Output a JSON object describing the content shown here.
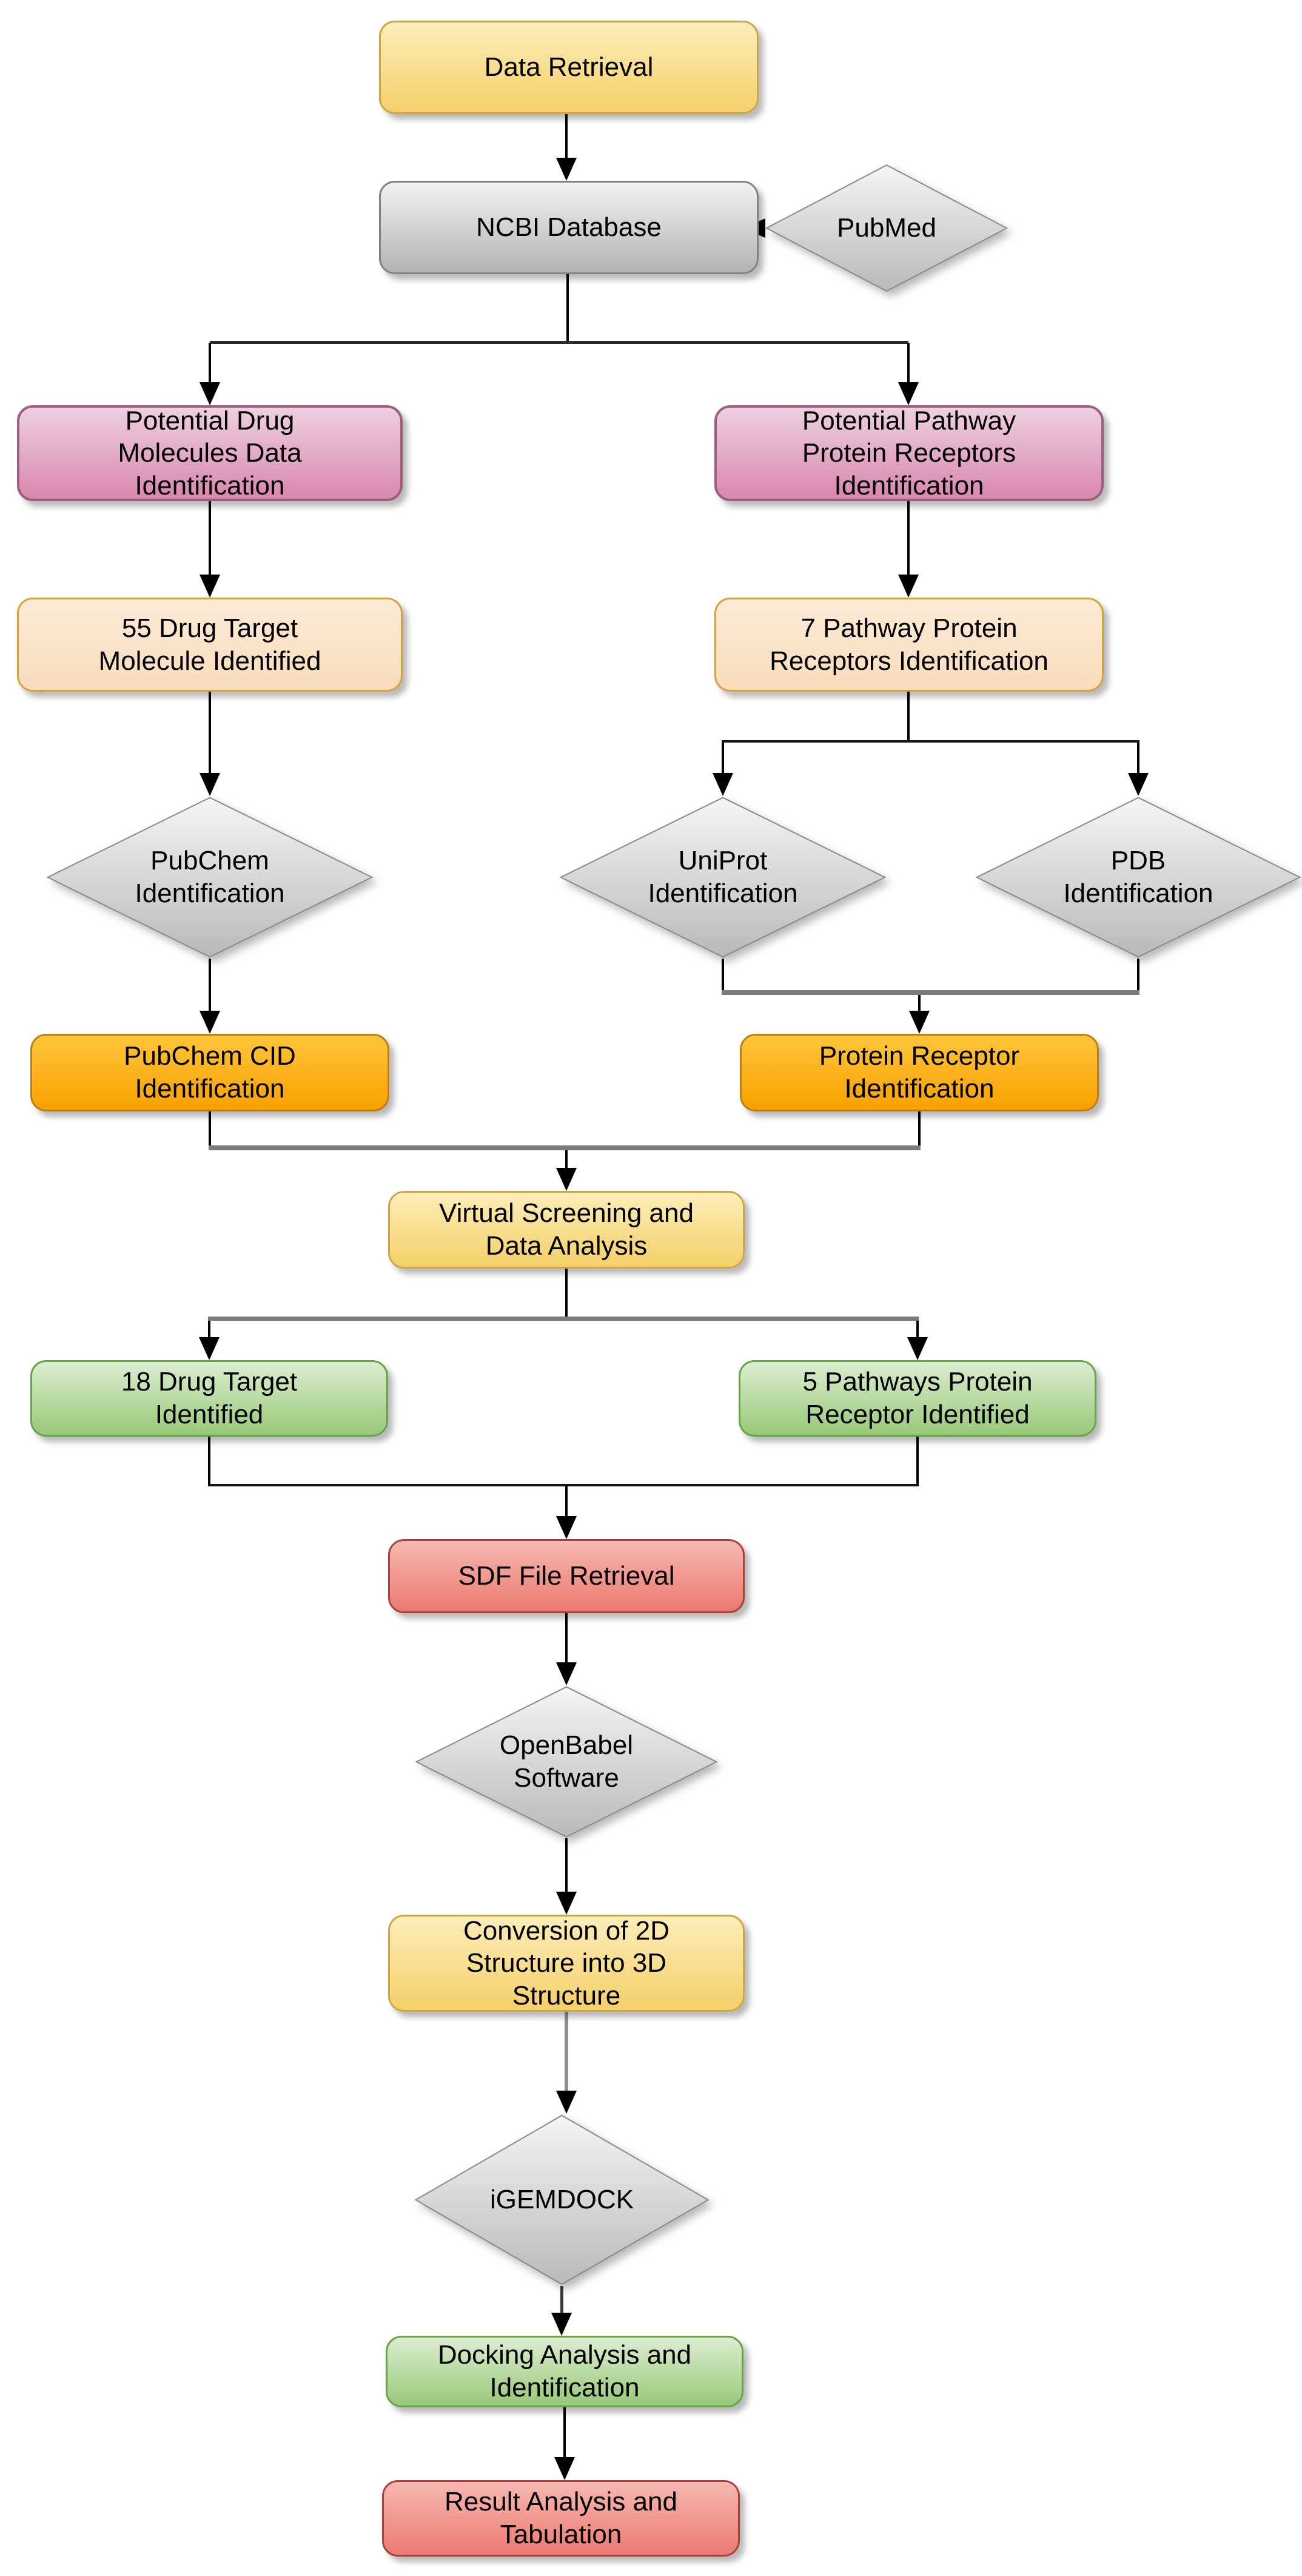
{
  "diagram": {
    "background": "#ffffff",
    "palette": {
      "yellow_fill_top": "#FCEDB9",
      "yellow_fill_bottom": "#F5D069",
      "yellow_border": "#CBA747",
      "gray_fill_top": "#F2F2F2",
      "gray_fill_bottom": "#B3B3B3",
      "gray_border": "#828282",
      "pink_fill_top": "#EDD0DF",
      "pink_fill_bottom": "#D987AF",
      "pink_border": "#9A5F7E",
      "peach_fill_top": "#FDEBD7",
      "peach_fill_bottom": "#F8DCBC",
      "peach_border": "#D7A13B",
      "orange_fill_top": "#FFC53B",
      "orange_fill_bottom": "#F8A100",
      "orange_border": "#C07E10",
      "green_fill_top": "#DCEDD0",
      "green_fill_bottom": "#98C978",
      "green_border": "#67A24B",
      "red_fill_top": "#F7B8B2",
      "red_fill_bottom": "#EB7A70",
      "red_border": "#A8413C",
      "connector_black": "#000000",
      "merge_bar_gray": "#7B7B7B"
    },
    "nodes": [
      {
        "id": "data-retrieval",
        "shape": "rounded-rectangle",
        "color": "yellow",
        "label": "Data Retrieval"
      },
      {
        "id": "ncbi-database",
        "shape": "rounded-rectangle",
        "color": "gray",
        "label": "NCBI Database"
      },
      {
        "id": "pubmed",
        "shape": "diamond",
        "color": "gray",
        "label": "PubMed"
      },
      {
        "id": "potential-drug-molecules",
        "shape": "rounded-rectangle",
        "color": "pink",
        "label": "Potential Drug\nMolecules Data\nIdentification"
      },
      {
        "id": "potential-pathway-receptors",
        "shape": "rounded-rectangle",
        "color": "pink",
        "label": "Potential Pathway\nProtein Receptors\nIdentification"
      },
      {
        "id": "drug-target-55",
        "shape": "rounded-rectangle",
        "color": "peach",
        "label": "55 Drug Target\nMolecule Identified"
      },
      {
        "id": "pathway-receptors-7",
        "shape": "rounded-rectangle",
        "color": "peach",
        "label": "7 Pathway Protein\nReceptors Identification"
      },
      {
        "id": "pubchem-identification",
        "shape": "diamond",
        "color": "gray",
        "label": "PubChem\nIdentification"
      },
      {
        "id": "uniprot-identification",
        "shape": "diamond",
        "color": "gray",
        "label": "UniProt\nIdentification"
      },
      {
        "id": "pdb-identification",
        "shape": "diamond",
        "color": "gray",
        "label": "PDB\nIdentification"
      },
      {
        "id": "pubchem-cid",
        "shape": "rounded-rectangle",
        "color": "orange",
        "label": "PubChem CID\nIdentification"
      },
      {
        "id": "protein-receptor",
        "shape": "rounded-rectangle",
        "color": "orange",
        "label": "Protein Receptor\nIdentification"
      },
      {
        "id": "virtual-screening",
        "shape": "rounded-rectangle",
        "color": "yellow",
        "label": "Virtual Screening and\nData Analysis"
      },
      {
        "id": "drug-target-18",
        "shape": "rounded-rectangle",
        "color": "green",
        "label": "18 Drug Target\nIdentified"
      },
      {
        "id": "pathways-receptor-5",
        "shape": "rounded-rectangle",
        "color": "green",
        "label": "5 Pathways Protein\nReceptor Identified"
      },
      {
        "id": "sdf-file-retrieval",
        "shape": "rounded-rectangle",
        "color": "red",
        "label": "SDF File Retrieval"
      },
      {
        "id": "openbabel-software",
        "shape": "diamond",
        "color": "gray",
        "label": "OpenBabel\nSoftware"
      },
      {
        "id": "conversion-2d-3d",
        "shape": "rounded-rectangle",
        "color": "yellow",
        "label": "Conversion of 2D\nStructure into 3D\nStructure"
      },
      {
        "id": "igemdock",
        "shape": "diamond",
        "color": "gray",
        "label": "iGEMDOCK"
      },
      {
        "id": "docking-analysis",
        "shape": "rounded-rectangle",
        "color": "green",
        "label": "Docking Analysis and\nIdentification"
      },
      {
        "id": "result-analysis",
        "shape": "rounded-rectangle",
        "color": "red",
        "label": "Result Analysis and\nTabulation"
      }
    ],
    "edges": [
      {
        "from": "data-retrieval",
        "to": "ncbi-database"
      },
      {
        "from": "pubmed",
        "to": "ncbi-database"
      },
      {
        "from": "ncbi-database",
        "to": "potential-drug-molecules"
      },
      {
        "from": "ncbi-database",
        "to": "potential-pathway-receptors"
      },
      {
        "from": "potential-drug-molecules",
        "to": "drug-target-55"
      },
      {
        "from": "potential-pathway-receptors",
        "to": "pathway-receptors-7"
      },
      {
        "from": "drug-target-55",
        "to": "pubchem-identification"
      },
      {
        "from": "pathway-receptors-7",
        "to": "uniprot-identification"
      },
      {
        "from": "pathway-receptors-7",
        "to": "pdb-identification"
      },
      {
        "from": "pubchem-identification",
        "to": "pubchem-cid"
      },
      {
        "from": "uniprot-identification",
        "to": "protein-receptor"
      },
      {
        "from": "pdb-identification",
        "to": "protein-receptor"
      },
      {
        "from": "pubchem-cid",
        "to": "virtual-screening"
      },
      {
        "from": "protein-receptor",
        "to": "virtual-screening"
      },
      {
        "from": "virtual-screening",
        "to": "drug-target-18"
      },
      {
        "from": "virtual-screening",
        "to": "pathways-receptor-5"
      },
      {
        "from": "drug-target-18",
        "to": "sdf-file-retrieval"
      },
      {
        "from": "pathways-receptor-5",
        "to": "sdf-file-retrieval"
      },
      {
        "from": "sdf-file-retrieval",
        "to": "openbabel-software"
      },
      {
        "from": "openbabel-software",
        "to": "conversion-2d-3d"
      },
      {
        "from": "conversion-2d-3d",
        "to": "igemdock"
      },
      {
        "from": "igemdock",
        "to": "docking-analysis"
      },
      {
        "from": "docking-analysis",
        "to": "result-analysis"
      }
    ]
  }
}
